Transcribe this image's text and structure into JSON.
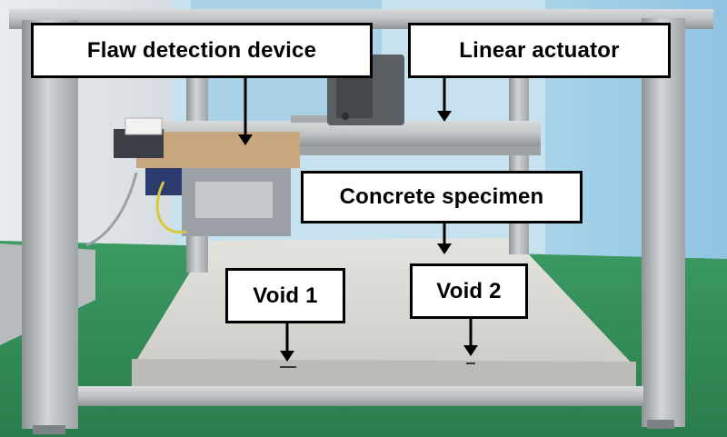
{
  "labels": {
    "flaw_detection_device": "Flaw detection device",
    "linear_actuator": "Linear actuator",
    "concrete_specimen": "Concrete specimen",
    "void_1": "Void 1",
    "void_2": "Void 2"
  },
  "colors": {
    "callout_border": "#000000",
    "callout_fill": "#ffffff",
    "frame_metal": "#b9bcbe",
    "floor": "#2f8a55",
    "concrete": "#d9d8d3"
  }
}
